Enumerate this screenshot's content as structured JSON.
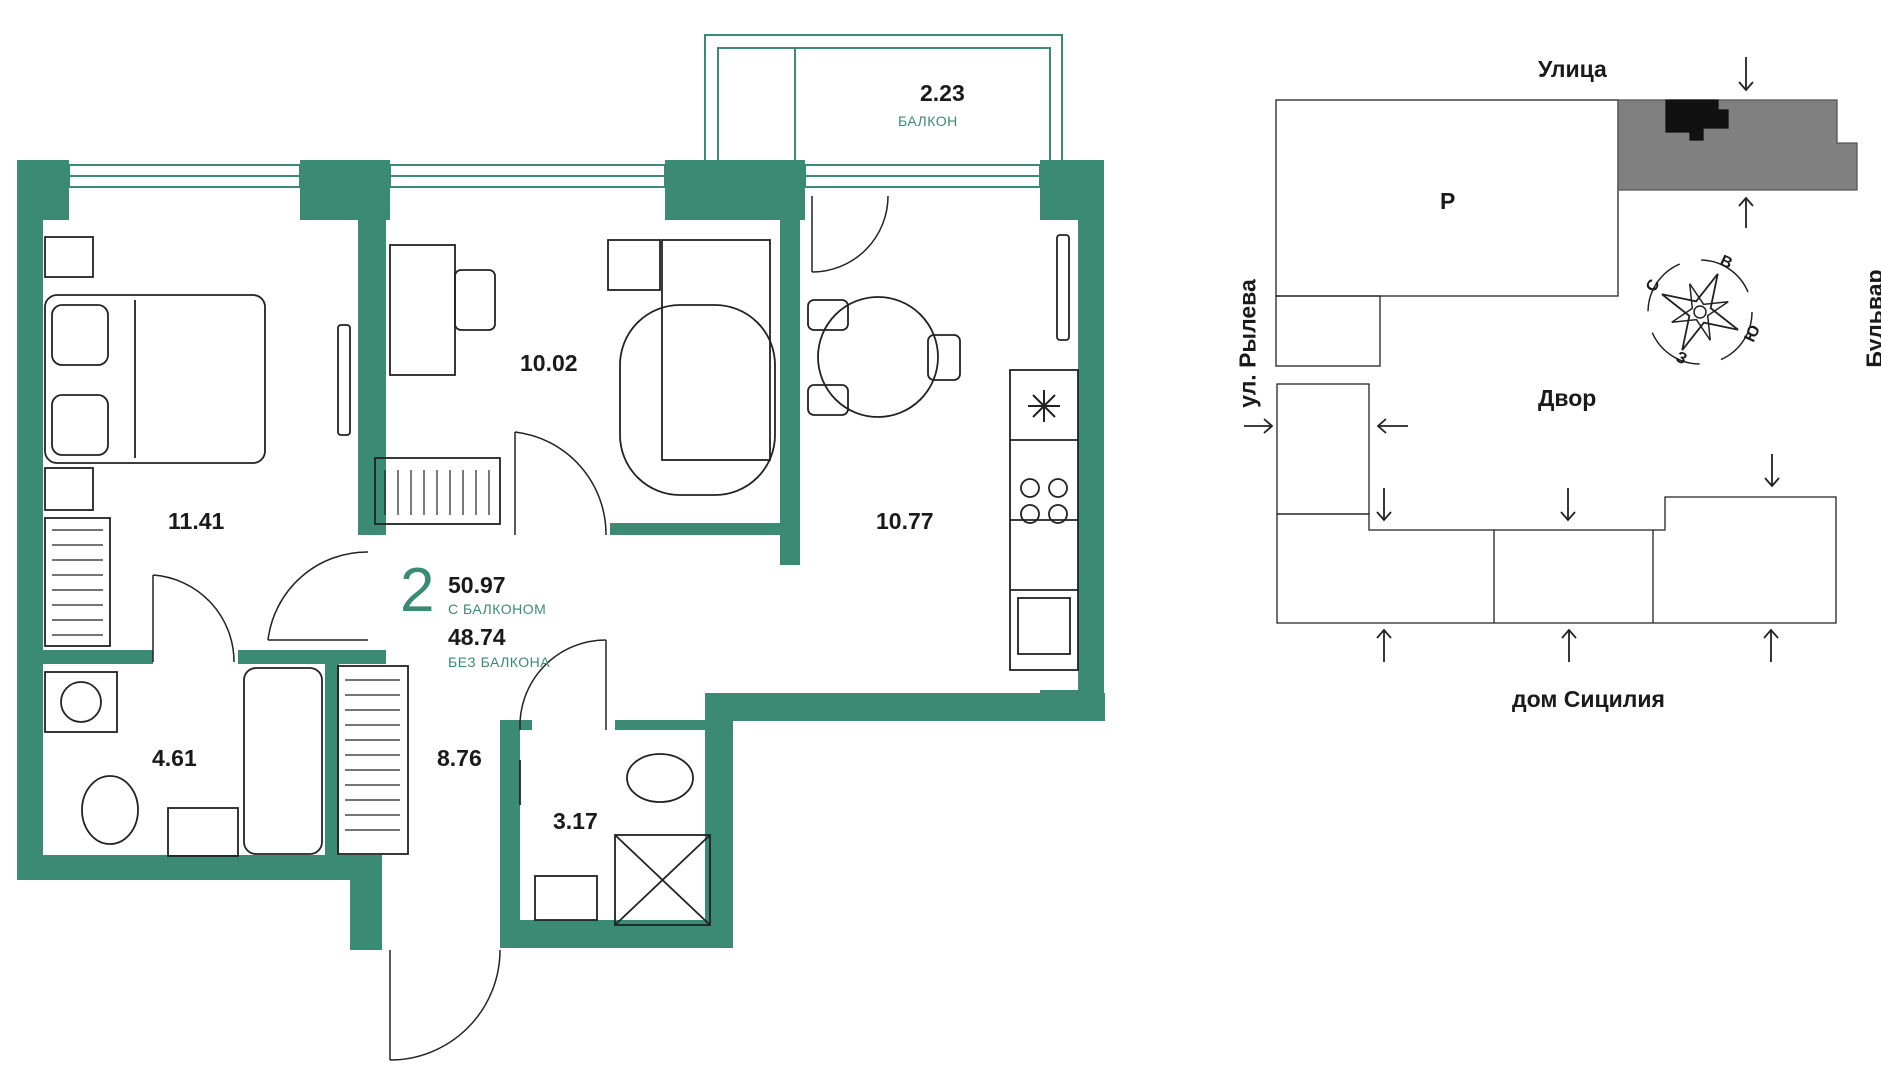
{
  "colors": {
    "wall": "#3b8a73",
    "accent_text": "#3b8a73",
    "line": "#222222",
    "highlight_block": "#808080"
  },
  "apartment": {
    "rooms_count": "2",
    "area_with_balcony": "50.97",
    "with_balcony_label": "С БАЛКОНОМ",
    "area_without_balcony": "48.74",
    "without_balcony_label": "БЕЗ БАЛКОНА"
  },
  "rooms": [
    {
      "id": "balcony",
      "area": "2.23",
      "label": "БАЛКОН"
    },
    {
      "id": "bedroom",
      "area": "11.41"
    },
    {
      "id": "kids-room",
      "area": "10.02"
    },
    {
      "id": "kitchen",
      "area": "10.77"
    },
    {
      "id": "bathroom",
      "area": "4.61"
    },
    {
      "id": "hallway",
      "area": "8.76"
    },
    {
      "id": "toilet",
      "area": "3.17"
    }
  ],
  "site_plan": {
    "street_top": "Улица",
    "street_left": "ул. Рылева",
    "street_right": "Бульвар",
    "courtyard": "Двор",
    "bottom_building": "дом Сицилия",
    "parking_label": "Р",
    "compass": {
      "n": "С",
      "e": "В",
      "s": "Ю",
      "w": "З"
    }
  },
  "icons": [
    "snowflake-icon",
    "compass-rose-icon",
    "entrance-arrow-icon"
  ]
}
